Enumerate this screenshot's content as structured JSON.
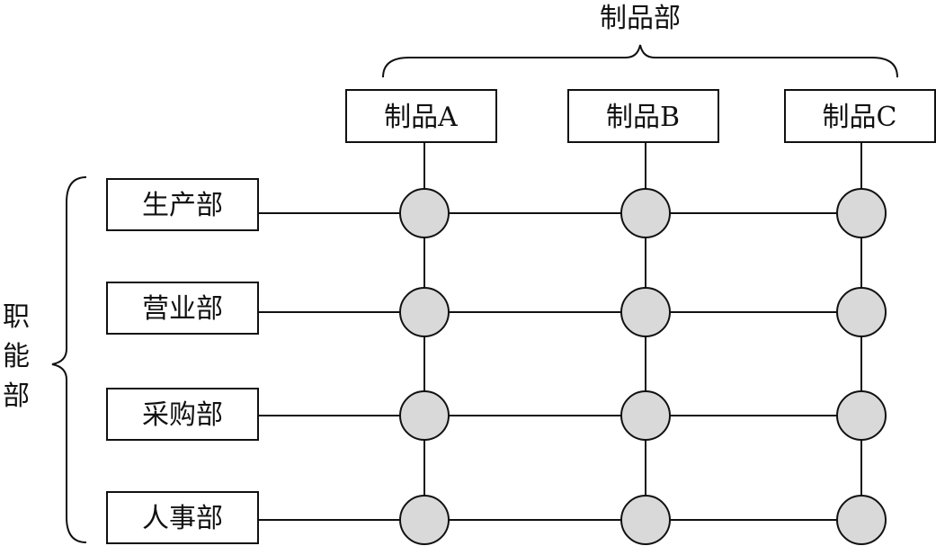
{
  "top_group_label": "制品部",
  "side_group_label_chars": [
    "职",
    "能",
    "部"
  ],
  "products": [
    "制品A",
    "制品B",
    "制品C"
  ],
  "departments": [
    "生产部",
    "营业部",
    "采购部",
    "人事部"
  ],
  "colors": {
    "node_fill": "#d9d9d9",
    "stroke": "#111111"
  }
}
